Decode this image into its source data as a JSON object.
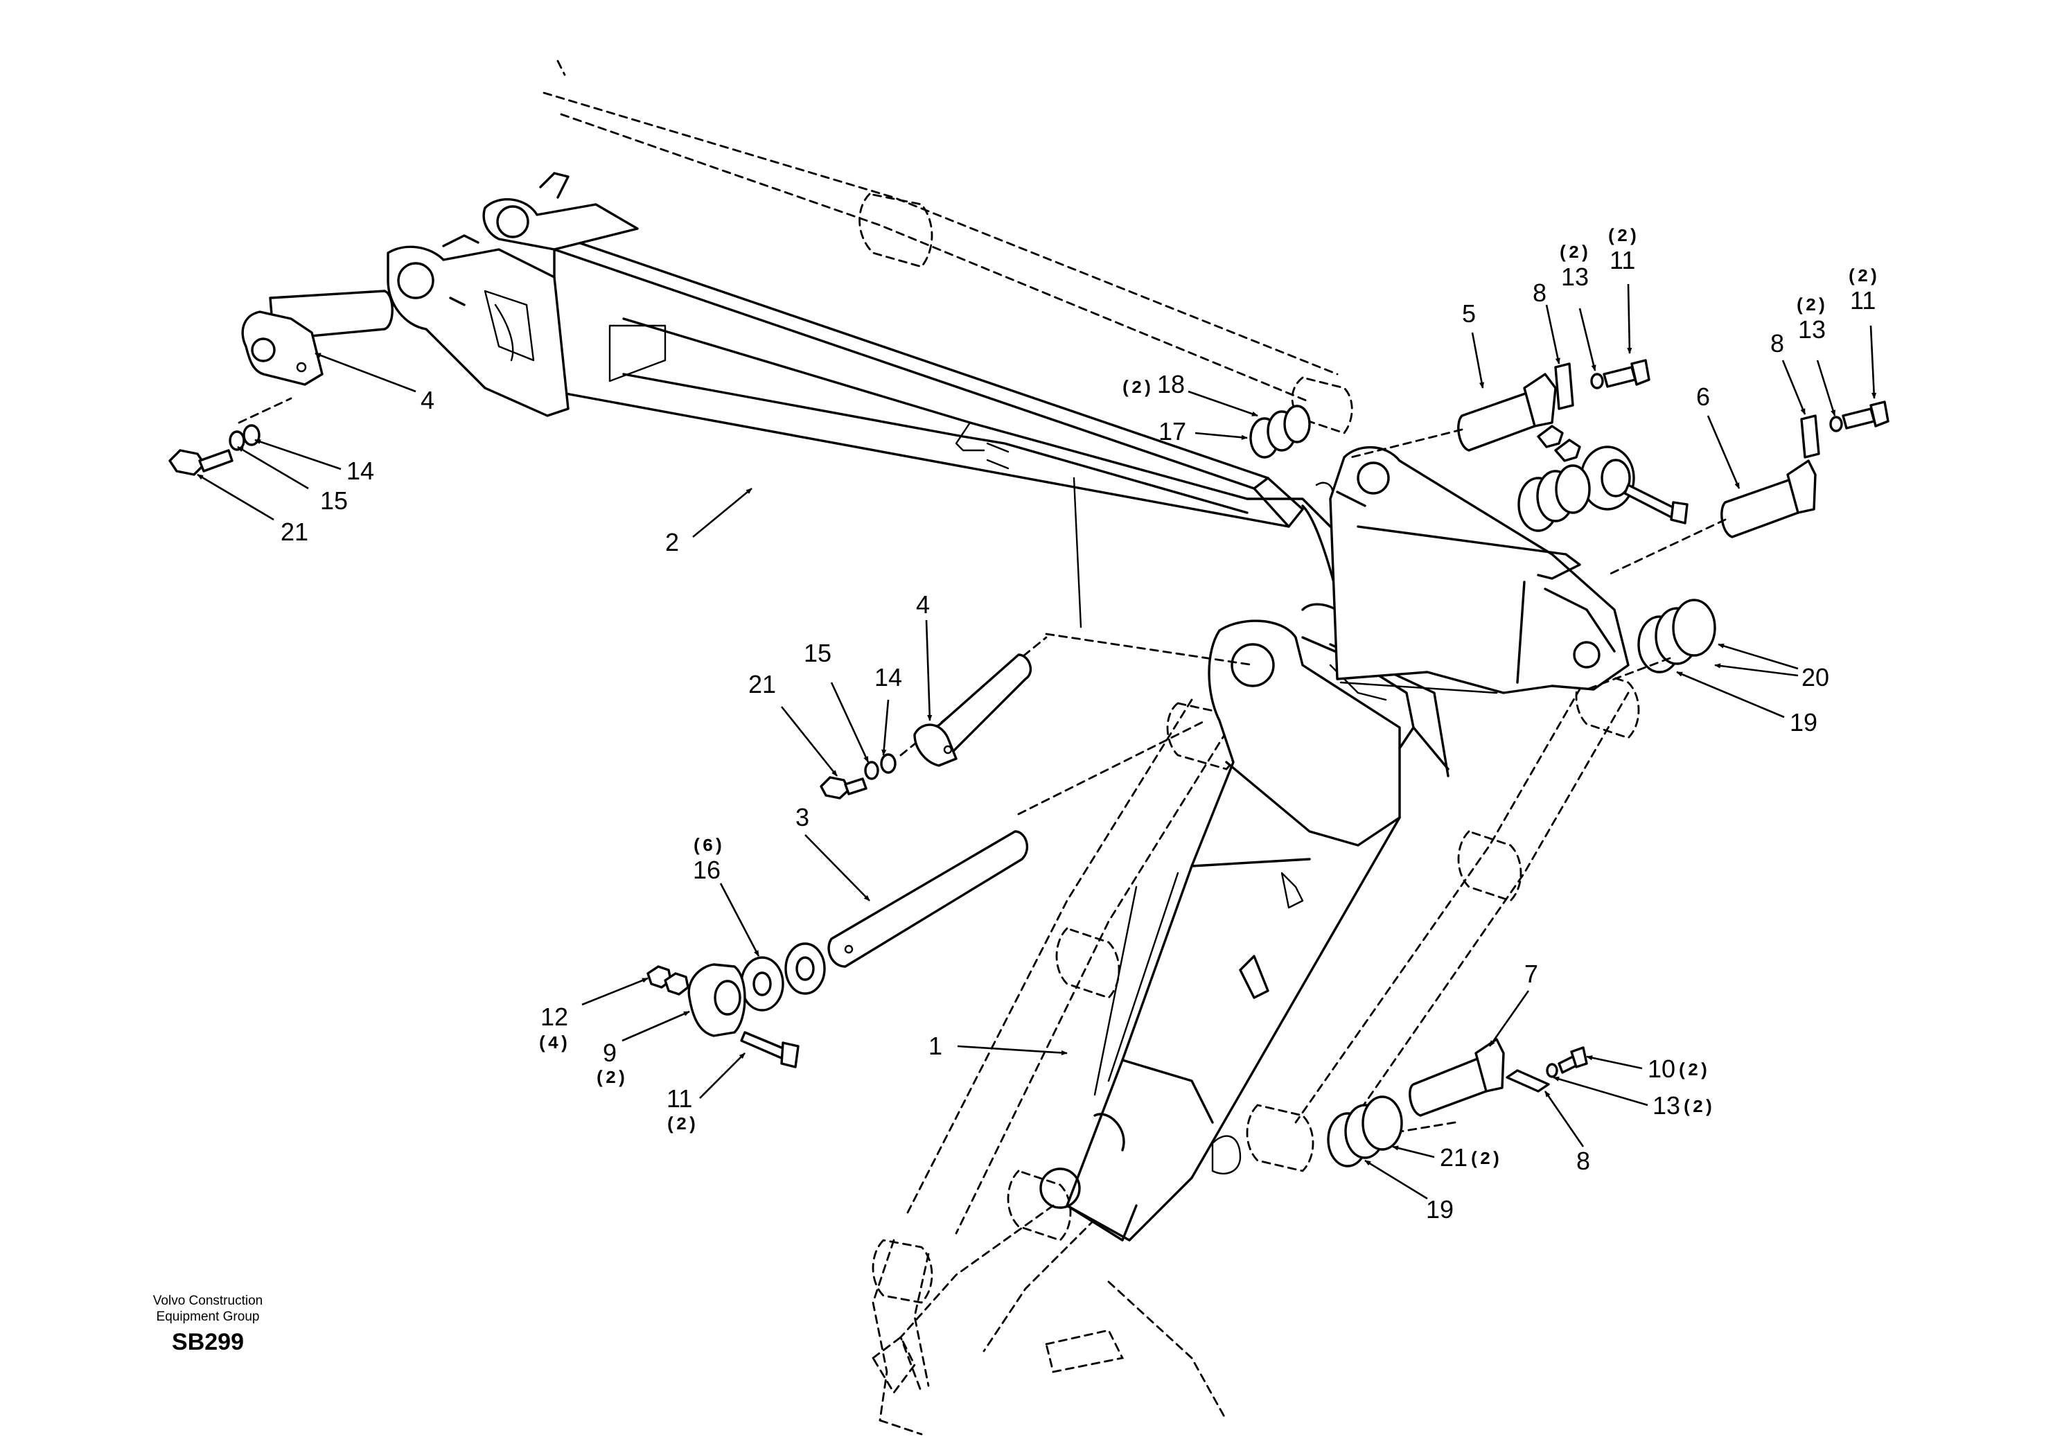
{
  "footer": {
    "credit_line1": "Volvo Construction",
    "credit_line2": "Equipment Group",
    "code": "SB299"
  },
  "callouts": [
    {
      "id": "c4a",
      "label": "4"
    },
    {
      "id": "c14a",
      "label": "14"
    },
    {
      "id": "c15a",
      "label": "15"
    },
    {
      "id": "c21a",
      "label": "21"
    },
    {
      "id": "c2",
      "label": "2"
    },
    {
      "id": "c18",
      "label": "18",
      "qty": "(2)"
    },
    {
      "id": "c17",
      "label": "17"
    },
    {
      "id": "c5",
      "label": "5"
    },
    {
      "id": "c8a",
      "label": "8"
    },
    {
      "id": "c13a",
      "label": "13",
      "qty": "(2)"
    },
    {
      "id": "c11a",
      "label": "11",
      "qty": "(2)"
    },
    {
      "id": "c6",
      "label": "6"
    },
    {
      "id": "c8b",
      "label": "8"
    },
    {
      "id": "c13b",
      "label": "13",
      "qty": "(2)"
    },
    {
      "id": "c11b",
      "label": "11",
      "qty": "(2)"
    },
    {
      "id": "c20",
      "label": "20"
    },
    {
      "id": "c19a",
      "label": "19"
    },
    {
      "id": "c4b",
      "label": "4"
    },
    {
      "id": "c14b",
      "label": "14"
    },
    {
      "id": "c15b",
      "label": "15"
    },
    {
      "id": "c21b",
      "label": "21"
    },
    {
      "id": "c3",
      "label": "3"
    },
    {
      "id": "c16",
      "label": "16",
      "qty": "(6)"
    },
    {
      "id": "c12",
      "label": "12",
      "qty": "(4)"
    },
    {
      "id": "c9",
      "label": "9",
      "qty": "(2)"
    },
    {
      "id": "c11c",
      "label": "11",
      "qty": "(2)"
    },
    {
      "id": "c1",
      "label": "1"
    },
    {
      "id": "c7",
      "label": "7"
    },
    {
      "id": "c10",
      "label": "10",
      "qty": "(2)"
    },
    {
      "id": "c13c",
      "label": "13",
      "qty": "(2)"
    },
    {
      "id": "c8c",
      "label": "8"
    },
    {
      "id": "c21c",
      "label": "21",
      "qty": "(2)"
    },
    {
      "id": "c19b",
      "label": "19"
    }
  ]
}
